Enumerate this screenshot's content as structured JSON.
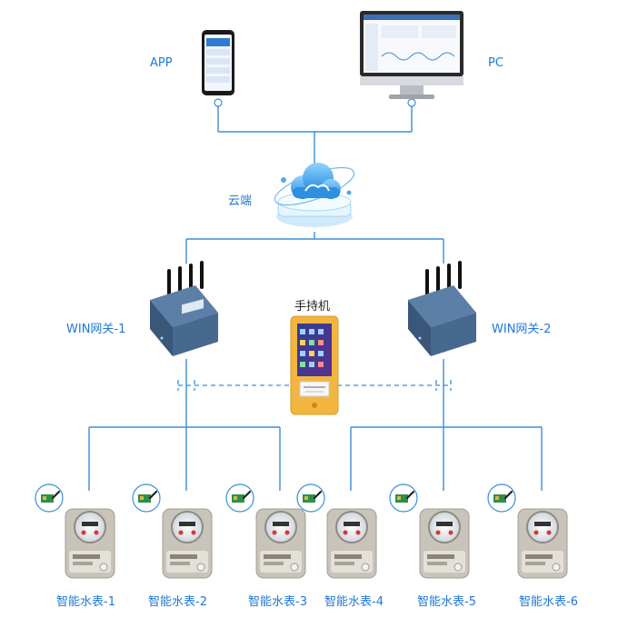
{
  "labels": {
    "app": "APP",
    "pc": "PC",
    "cloud": "云端",
    "gateway_1": "WIN网关-1",
    "gateway_2": "WIN网关-2",
    "handheld": "手持机"
  },
  "meters": [
    "智能水表-1",
    "智能水表-2",
    "智能水表-3",
    "智能水表-4",
    "智能水表-5",
    "智能水表-6"
  ],
  "colors": {
    "line": "#3a8fd8",
    "label": "#1f78d6",
    "gateway_body": "#3f5f86",
    "handheld_body": "#f2b640",
    "cloud": "#3aa0e6"
  },
  "icons": {
    "app": "smartphone-icon",
    "pc": "monitor-icon",
    "cloud": "cloud-icon",
    "gateway": "router-icon",
    "handheld": "handheld-terminal-icon",
    "meter": "water-meter-icon",
    "module": "wireless-module-icon"
  }
}
